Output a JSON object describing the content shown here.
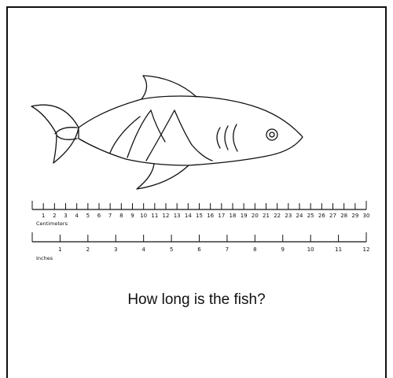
{
  "fish": {
    "icon": "shark-icon"
  },
  "ruler_cm": {
    "unit_label": "Centimeters",
    "labels": [
      "1",
      "2",
      "3",
      "4",
      "5",
      "6",
      "7",
      "8",
      "9",
      "10",
      "11",
      "12",
      "13",
      "14",
      "15",
      "16",
      "17",
      "18",
      "19",
      "20",
      "21",
      "22",
      "23",
      "24",
      "25",
      "26",
      "27",
      "28",
      "29",
      "30"
    ]
  },
  "ruler_in": {
    "unit_label": "Inches",
    "labels": [
      "1",
      "2",
      "3",
      "4",
      "5",
      "6",
      "7",
      "8",
      "9",
      "10",
      "11",
      "12"
    ]
  },
  "question": "How long is the fish?"
}
